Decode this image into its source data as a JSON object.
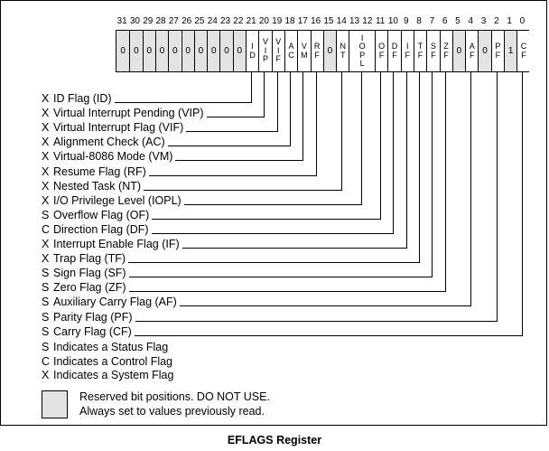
{
  "caption": "EFLAGS Register",
  "register": {
    "bit_numbers": [
      31,
      30,
      29,
      28,
      27,
      26,
      25,
      24,
      23,
      22,
      21,
      20,
      19,
      18,
      17,
      16,
      15,
      14,
      13,
      12,
      11,
      10,
      9,
      8,
      7,
      6,
      5,
      4,
      3,
      2,
      1,
      0
    ],
    "cells": [
      {
        "bits": [
          31
        ],
        "text": "0",
        "type": "reserved"
      },
      {
        "bits": [
          30
        ],
        "text": "0",
        "type": "reserved"
      },
      {
        "bits": [
          29
        ],
        "text": "0",
        "type": "reserved"
      },
      {
        "bits": [
          28
        ],
        "text": "0",
        "type": "reserved"
      },
      {
        "bits": [
          27
        ],
        "text": "0",
        "type": "reserved"
      },
      {
        "bits": [
          26
        ],
        "text": "0",
        "type": "reserved"
      },
      {
        "bits": [
          25
        ],
        "text": "0",
        "type": "reserved"
      },
      {
        "bits": [
          24
        ],
        "text": "0",
        "type": "reserved"
      },
      {
        "bits": [
          23
        ],
        "text": "0",
        "type": "reserved"
      },
      {
        "bits": [
          22
        ],
        "text": "0",
        "type": "reserved"
      },
      {
        "bits": [
          21
        ],
        "text": "I\nD",
        "type": "flag"
      },
      {
        "bits": [
          20
        ],
        "text": "V\nI\nP",
        "type": "flag"
      },
      {
        "bits": [
          19
        ],
        "text": "V\nI\nF",
        "type": "flag"
      },
      {
        "bits": [
          18
        ],
        "text": "A\nC",
        "type": "flag"
      },
      {
        "bits": [
          17
        ],
        "text": "V\nM",
        "type": "flag"
      },
      {
        "bits": [
          16
        ],
        "text": "R\nF",
        "type": "flag"
      },
      {
        "bits": [
          15
        ],
        "text": "0",
        "type": "reserved"
      },
      {
        "bits": [
          14
        ],
        "text": "N\nT",
        "type": "flag"
      },
      {
        "bits": [
          13,
          12
        ],
        "text": "I\nO\nP\nL",
        "type": "flag"
      },
      {
        "bits": [
          11
        ],
        "text": "O\nF",
        "type": "flag"
      },
      {
        "bits": [
          10
        ],
        "text": "D\nF",
        "type": "flag"
      },
      {
        "bits": [
          9
        ],
        "text": "I\nF",
        "type": "flag"
      },
      {
        "bits": [
          8
        ],
        "text": "T\nF",
        "type": "flag"
      },
      {
        "bits": [
          7
        ],
        "text": "S\nF",
        "type": "flag"
      },
      {
        "bits": [
          6
        ],
        "text": "Z\nF",
        "type": "flag"
      },
      {
        "bits": [
          5
        ],
        "text": "0",
        "type": "reserved"
      },
      {
        "bits": [
          4
        ],
        "text": "A\nF",
        "type": "flag"
      },
      {
        "bits": [
          3
        ],
        "text": "0",
        "type": "reserved"
      },
      {
        "bits": [
          2
        ],
        "text": "P\nF",
        "type": "flag"
      },
      {
        "bits": [
          1
        ],
        "text": "1",
        "type": "reserved"
      },
      {
        "bits": [
          0
        ],
        "text": "C\nF",
        "type": "flag"
      }
    ]
  },
  "flags": [
    {
      "kind": "X",
      "label": "ID Flag (ID)",
      "bit": 21
    },
    {
      "kind": "X",
      "label": "Virtual Interrupt Pending (VIP)",
      "bit": 20
    },
    {
      "kind": "X",
      "label": "Virtual Interrupt Flag (VIF)",
      "bit": 19
    },
    {
      "kind": "X",
      "label": "Alignment Check (AC)",
      "bit": 18
    },
    {
      "kind": "X",
      "label": "Virtual-8086 Mode (VM)",
      "bit": 17
    },
    {
      "kind": "X",
      "label": "Resume Flag (RF)",
      "bit": 16
    },
    {
      "kind": "X",
      "label": "Nested Task (NT)",
      "bit": 14
    },
    {
      "kind": "X",
      "label": "I/O Privilege Level (IOPL)",
      "bit": 13
    },
    {
      "kind": "S",
      "label": "Overflow Flag (OF)",
      "bit": 11
    },
    {
      "kind": "C",
      "label": "Direction Flag (DF)",
      "bit": 10
    },
    {
      "kind": "X",
      "label": "Interrupt Enable Flag (IF)",
      "bit": 9
    },
    {
      "kind": "X",
      "label": "Trap Flag (TF)",
      "bit": 8
    },
    {
      "kind": "S",
      "label": "Sign Flag (SF)",
      "bit": 7
    },
    {
      "kind": "S",
      "label": "Zero Flag (ZF)",
      "bit": 6
    },
    {
      "kind": "S",
      "label": "Auxiliary Carry Flag (AF)",
      "bit": 4
    },
    {
      "kind": "S",
      "label": "Parity Flag (PF)",
      "bit": 2
    },
    {
      "kind": "S",
      "label": "Carry Flag (CF)",
      "bit": 0
    }
  ],
  "legend": [
    {
      "kind": "S",
      "text": "Indicates a Status Flag"
    },
    {
      "kind": "C",
      "text": "Indicates a Control Flag"
    },
    {
      "kind": "X",
      "text": "Indicates a System Flag"
    }
  ],
  "reserved_note": {
    "line1": "Reserved bit positions. DO NOT USE.",
    "line2": "Always set to values previously read."
  }
}
